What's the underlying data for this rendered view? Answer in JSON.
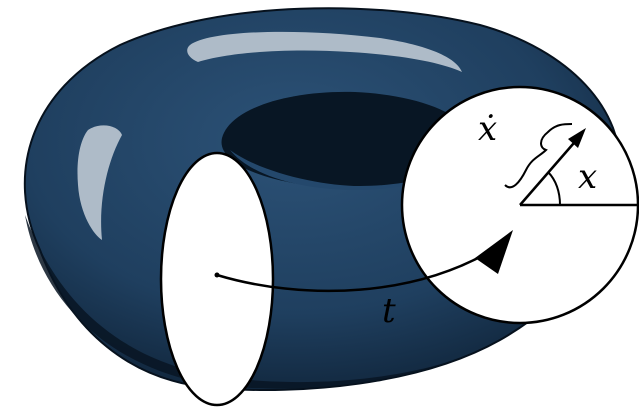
{
  "diagram": {
    "labels": {
      "t": "t",
      "x": "x",
      "x_dot": "ẋ"
    },
    "colors": {
      "torus_body": "#1f3f5f",
      "torus_dark": "#0a1a2c",
      "torus_highlight": "#aebbc8",
      "section_fill": "#ffffff",
      "stroke": "#000000"
    }
  }
}
